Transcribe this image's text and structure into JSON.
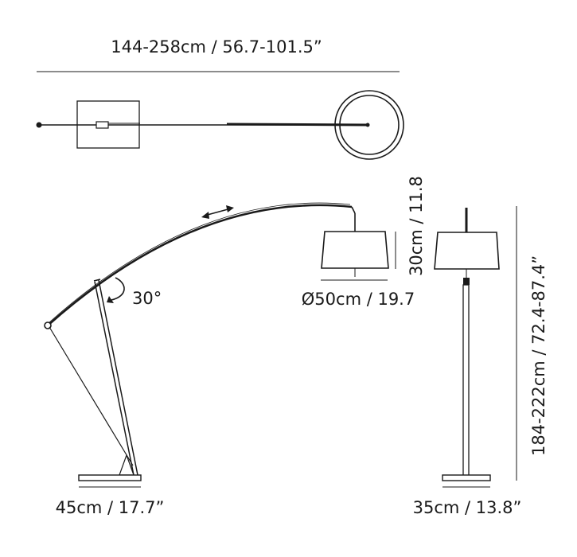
{
  "dimensions": {
    "top_span": "144-258cm / 56.7-101.5”",
    "shade_height": "30cm / 11.8",
    "shade_diameter": "Ø50cm / 19.7",
    "arm_tilt": "30°",
    "base_width_side": "45cm / 17.7”",
    "base_width_front": "35cm / 13.8”",
    "total_height": "184-222cm  /  72.4-87.4”"
  }
}
